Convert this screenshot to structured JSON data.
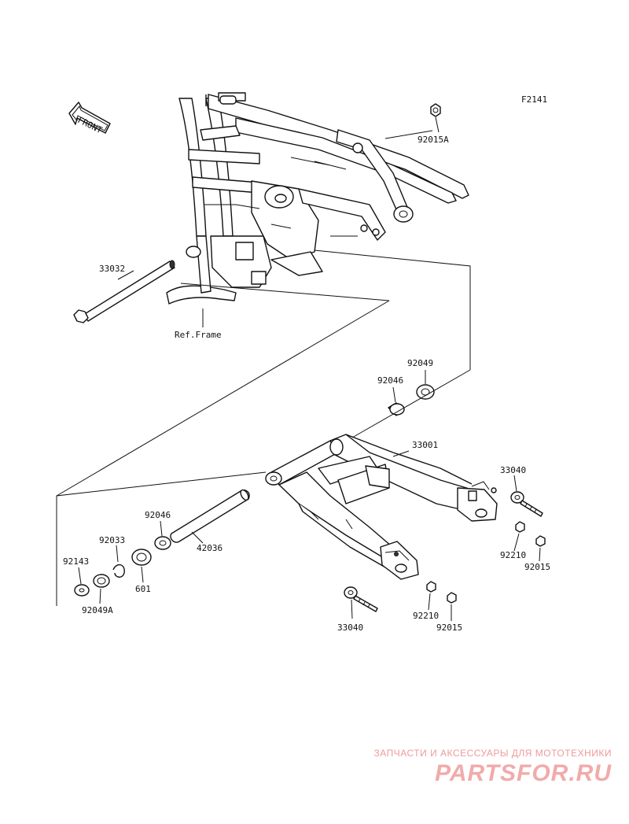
{
  "figure_code": "F2141",
  "front_arrow_label": "FRONT",
  "frame_reference": "Ref.Frame",
  "callouts": {
    "p92015A": "92015A",
    "p33032": "33032",
    "p92049_top": "92049",
    "p92046_top": "92046",
    "p33001": "33001",
    "p33040_right": "33040",
    "p92210_right": "92210",
    "p92015_right": "92015",
    "p92046_left": "92046",
    "p42036": "42036",
    "p92033": "92033",
    "p92143": "92143",
    "p601": "601",
    "p92049A": "92049A",
    "p92210_bottom": "92210",
    "p92015_bottom": "92015",
    "p33040_bottom": "33040"
  },
  "watermark": {
    "subtitle": "ЗАПЧАСТИ И АКСЕССУАРЫ ДЛЯ МОТОТЕХНИКИ",
    "logo": "PARTSFOR.RU"
  },
  "colors": {
    "line": "#111111",
    "watermark": "#f2aaaa"
  }
}
